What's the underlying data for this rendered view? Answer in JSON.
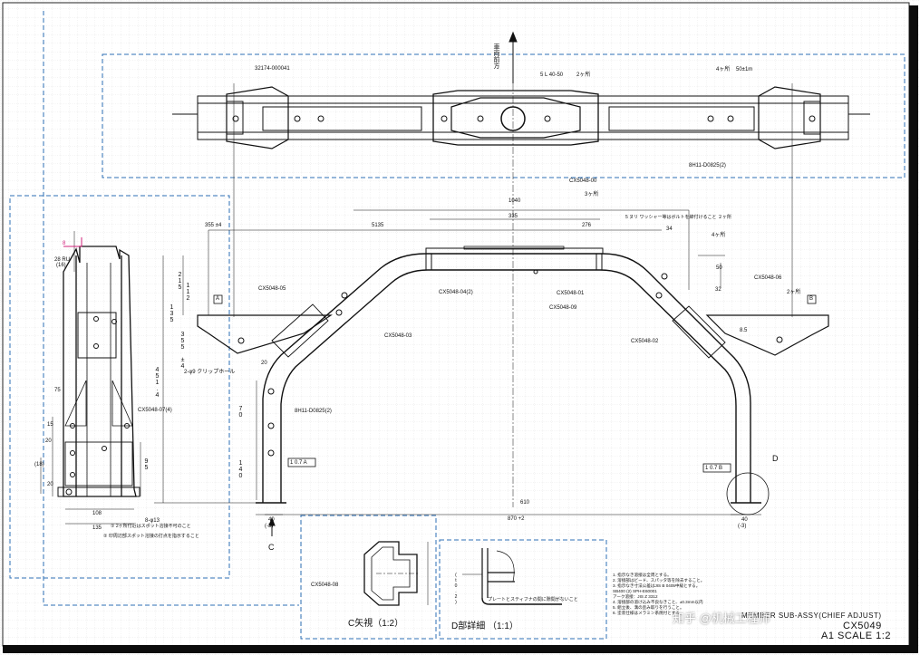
{
  "drawing": {
    "direction_label": "車両前方",
    "top_view": {
      "labels": [
        "32174-000041",
        "5 L 40-50",
        "2ヶ所",
        "4ヶ所",
        "50±1m",
        "8H11-D0825(2)"
      ]
    },
    "front_view": {
      "part_labels": [
        "CX5048-00",
        "CX5048-04(2)",
        "CX5048-01",
        "CX5048-09",
        "CX5048-05",
        "CX5048-03",
        "CX5048-02",
        "CX5048-06",
        "8H11-D0825(2)"
      ],
      "dims": [
        "1040",
        "335",
        "276",
        "5135",
        "355 ±4",
        "50",
        "34",
        "32",
        "8.5",
        "4ヶ所",
        "3ヶ所",
        "2ヶ所",
        "610",
        "870 +2",
        "40",
        "40",
        "(-3)",
        "(-3)",
        "20",
        "70",
        "140"
      ],
      "note_small": "5 ヌリ ワッシャー等はボルトを締付けること ２ヶ所",
      "datum_a": "A",
      "datum_b": "B",
      "tol_left": "1 0.7 A",
      "tol_right": "1 0.7 B",
      "detail_d": "D",
      "arrow_c": "C",
      "clip_label": "2-φ9 クリップホール"
    },
    "side_view": {
      "dims": [
        "451.4",
        "355 ±4",
        "215",
        "112",
        "135",
        "28 RU",
        "75",
        "20",
        "15",
        "(18)",
        "20",
        "95",
        "108",
        "135",
        "8",
        "(16)"
      ],
      "part_label": "CX5048-07(4)",
      "hole_note": "8-φ13",
      "note1": "① 2ヶ所付近はスポット溶接不可のこと",
      "note2": "② 印周辺部スポット溶接の打点を指示すること"
    },
    "view_c": {
      "caption": "C矢視（1:2）",
      "part_label": "CX5048-08"
    },
    "view_d": {
      "caption": "D部詳細 （1:1）",
      "note": "プレートとスティフナの間に隙間がないこと",
      "dim": "(t0.2)"
    },
    "notes": [
      "1. 指示なき溶接は全周とする。",
      "2. 溶接部はビード、スパッタ等を除去すること。",
      "3. 指示なき寸法公差はJIS B 0405中級とする。",
      "   SB400 (2) SPH-E60001",
      "   アーク溶接：JIS Z 3312",
      "4. 溶接部の溶け込み不良なきこと、±0.3mm以内",
      "5. 組立後、溝の歪み取りを行うこと。",
      "6. 塗装仕様はメラミン系焼付とする。"
    ],
    "title_block": {
      "name": "MEMBER SUB-ASSY(CHIEF ADJUST)",
      "code": "CX5049",
      "sheet": "A1  SCALE 1:2"
    },
    "watermark": "知乎 @机械工程师"
  }
}
